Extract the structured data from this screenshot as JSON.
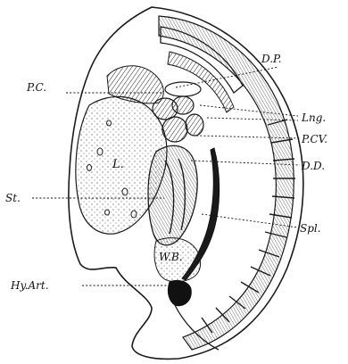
{
  "labels": {
    "pc": "P.C.",
    "dp": "D.P.",
    "lng": "Lng.",
    "pcv": "P.CV.",
    "dd": "D.D.",
    "l": "L.",
    "st": "St.",
    "spl": "Spl.",
    "wb": "W.B.",
    "hyart": "Hy.Art."
  }
}
